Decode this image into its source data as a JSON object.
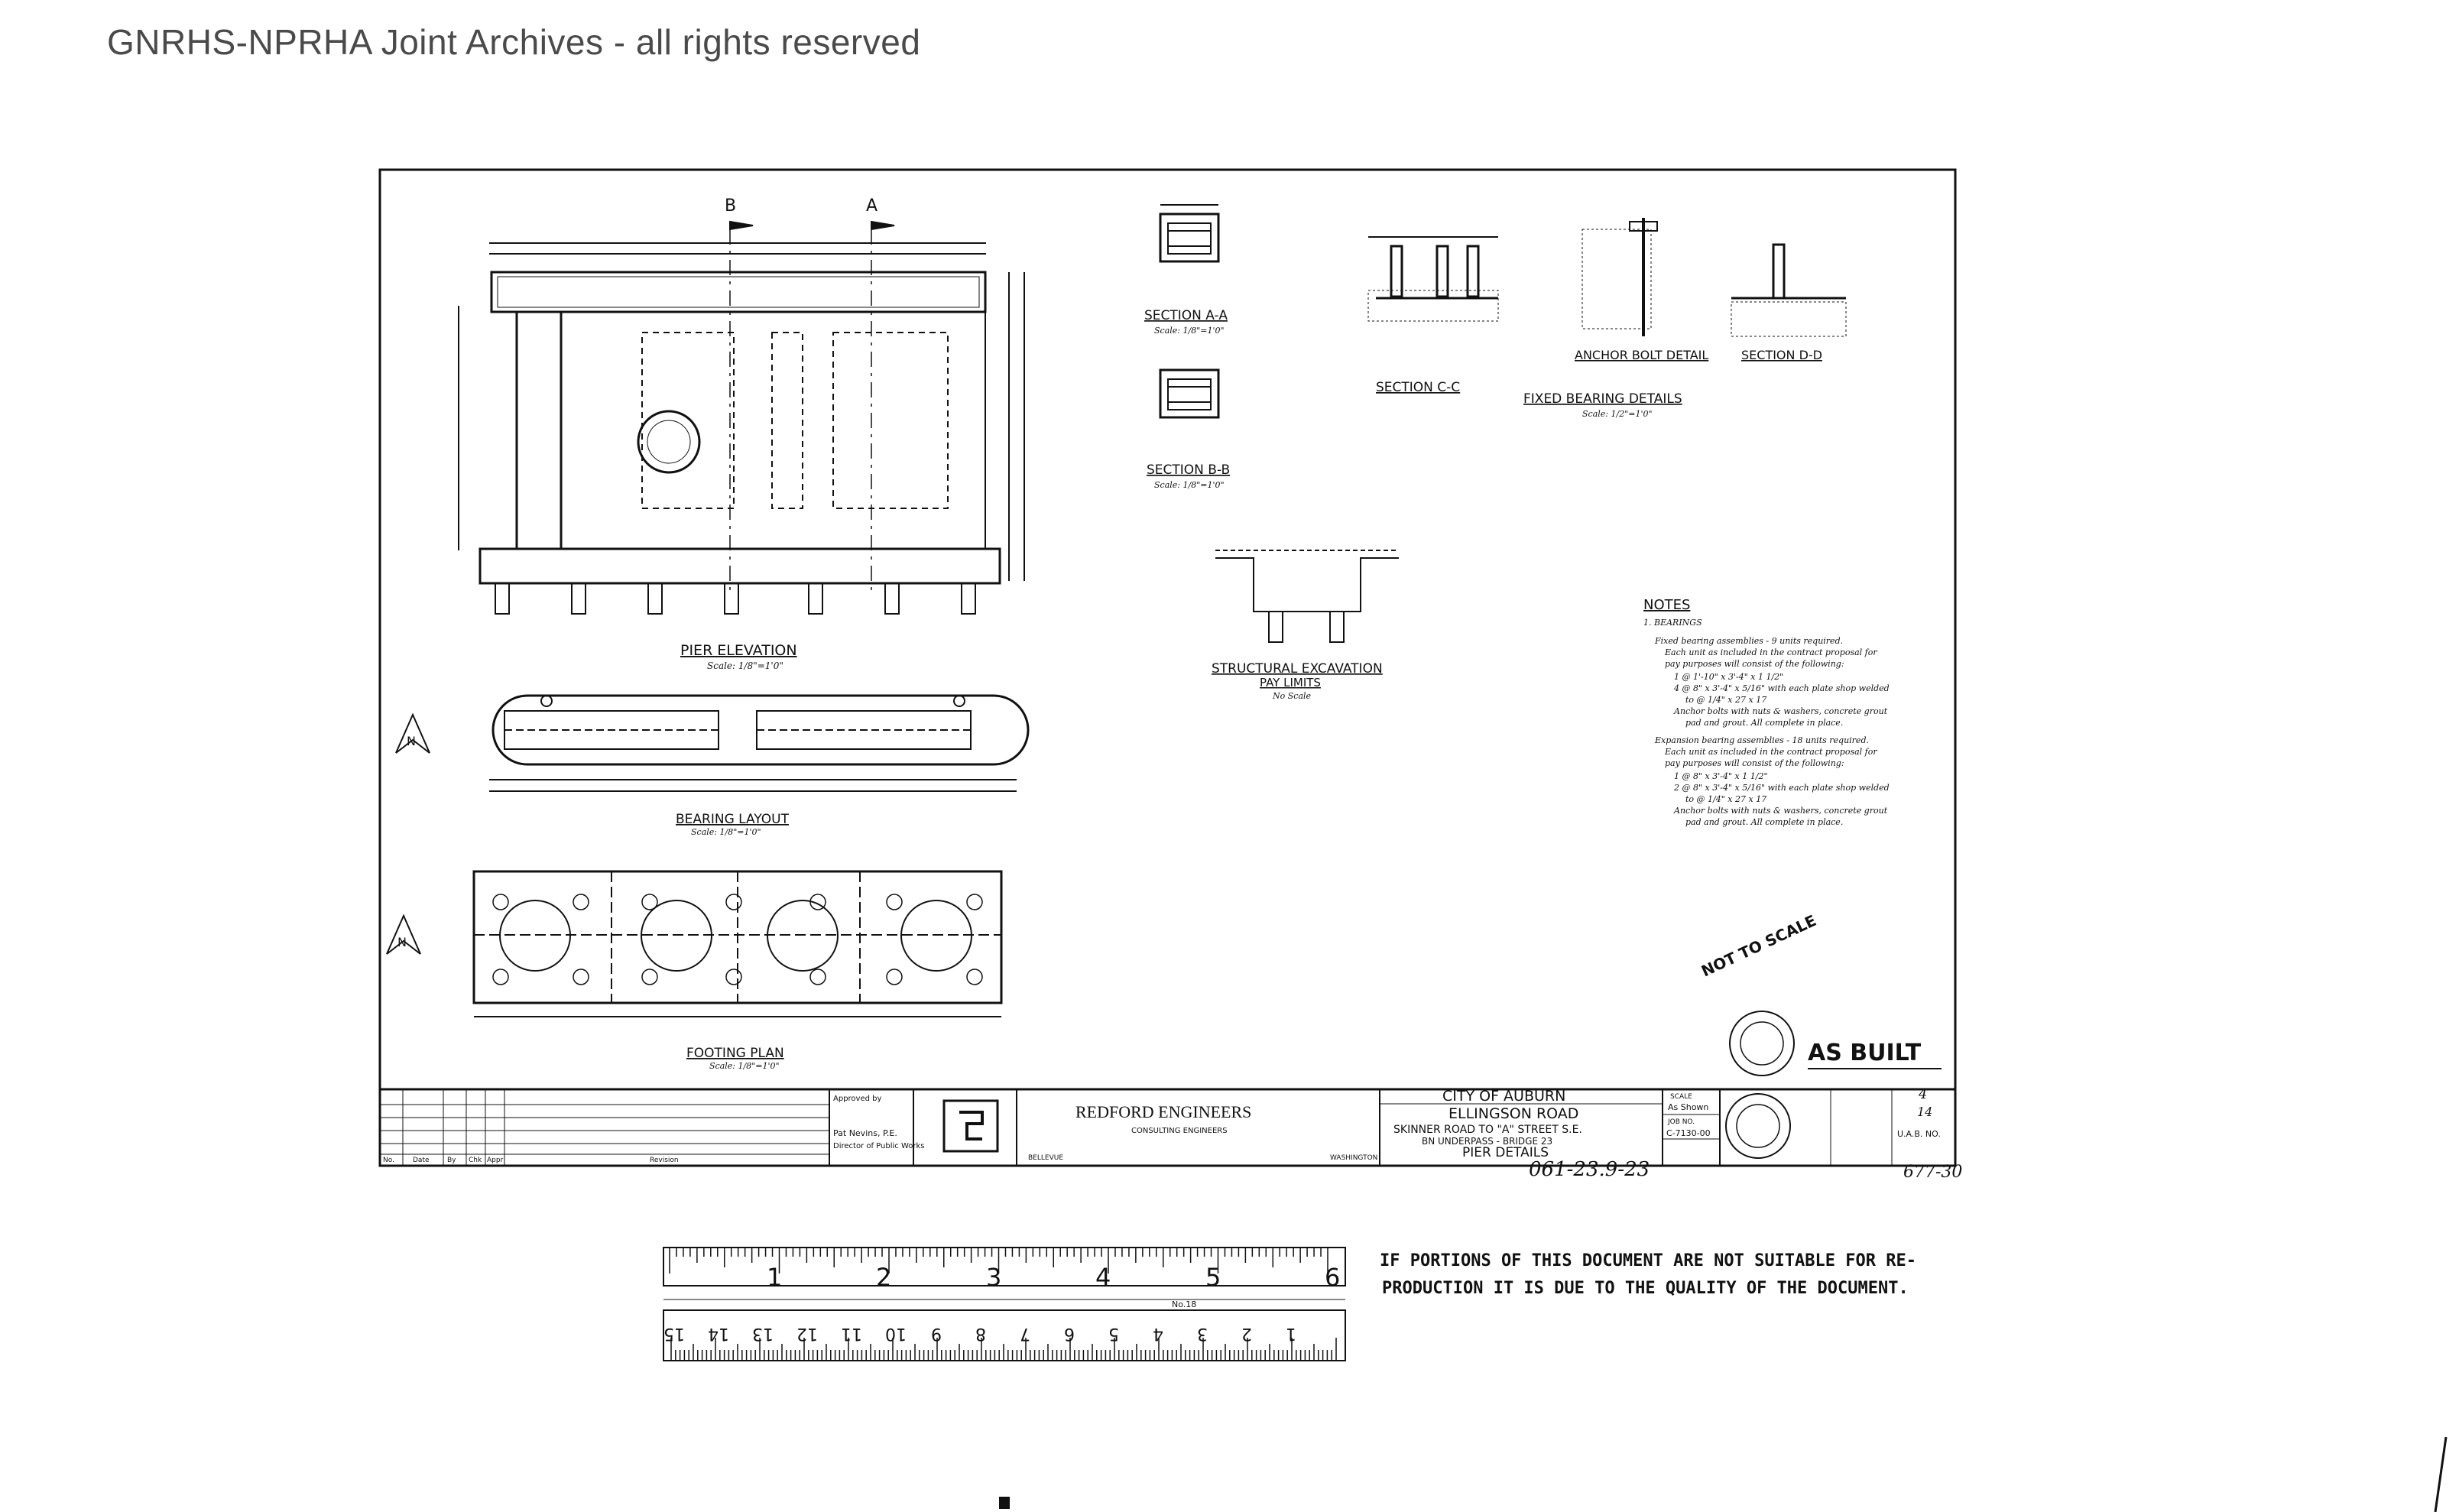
{
  "watermark": "GNRHS-NPRHA Joint Archives - all rights reserved",
  "views": {
    "pier_elevation": {
      "title": "PIER ELEVATION",
      "scale": "Scale: 1/8\"=1'0\""
    },
    "section_aa": {
      "title": "SECTION A-A",
      "scale": "Scale: 1/8\"=1'0\""
    },
    "section_bb": {
      "title": "SECTION B-B",
      "scale": "Scale: 1/8\"=1'0\""
    },
    "section_cc": {
      "title": "SECTION C-C"
    },
    "anchor_bolt": {
      "title": "ANCHOR BOLT DETAIL"
    },
    "section_dd": {
      "title": "SECTION D-D"
    },
    "fixed_bearing": {
      "title": "FIXED BEARING DETAILS",
      "scale": "Scale: 1/2\"=1'0\""
    },
    "excavation": {
      "title": "STRUCTURAL EXCAVATION",
      "subtitle": "PAY LIMITS",
      "scale": "No Scale"
    },
    "bearing_layout": {
      "title": "BEARING LAYOUT",
      "scale": "Scale: 1/8\"=1'0\""
    },
    "footing_plan": {
      "title": "FOOTING PLAN",
      "scale": "Scale: 1/8\"=1'0\""
    }
  },
  "notes": {
    "heading": "NOTES",
    "subheading": "1. BEARINGS",
    "lines": [
      "Fixed bearing assemblies - 9 units required.",
      "Each unit as included in the contract proposal for",
      "pay purposes will consist of the following:",
      "1 @ 1'-10\" x 3'-4\" x 1 1/2\"",
      "4 @ 8\" x 3'-4\" x 5/16\" with each plate shop welded",
      "to @ 1/4\" x 27 x 17",
      "Anchor bolts with nuts & washers, concrete grout",
      "pad and grout. All complete in place.",
      "Expansion bearing assemblies - 18 units required.",
      "Each unit as included in the contract proposal for",
      "pay purposes will consist of the following:",
      "1 @ 8\" x 3'-4\" x 1 1/2\"",
      "2 @ 8\" x 3'-4\" x 5/16\" with each plate shop welded",
      "to @ 1/4\" x 27 x 17",
      "Anchor bolts with nuts & washers, concrete grout",
      "pad and grout. All complete in place."
    ]
  },
  "stamps": {
    "not_to_scale": "NOT TO SCALE",
    "as_built": "AS BUILT"
  },
  "title_block": {
    "approved_by": "Approved by",
    "signer": "Pat Nevins, P.E.",
    "signer_title": "Director of Public Works",
    "firm": "REDFORD ENGINEERS",
    "firm_sub": "CONSULTING ENGINEERS",
    "firm_city_left": "BELLEVUE",
    "firm_city_right": "WASHINGTON",
    "city": "CITY OF AUBURN",
    "road": "ELLINGSON ROAD",
    "limits": "SKINNER ROAD TO \"A\" STREET S.E.",
    "bridge": "BN UNDERPASS - BRIDGE 23",
    "sheet_title": "PIER DETAILS",
    "scale_label": "SCALE",
    "scale_value": "As Shown",
    "job_no_label": "JOB NO.",
    "job_no": "C-7130-00",
    "sheet_no": "4",
    "sheet_of": "14",
    "uab_label": "U.A.B. NO.",
    "revision_cols": [
      "No.",
      "Date",
      "By",
      "Chk",
      "Appr",
      "Revision"
    ]
  },
  "handwritten": {
    "number_a": "061-23.9-23",
    "number_b": "677-30"
  },
  "ruler": {
    "inches": [
      "1",
      "2",
      "3",
      "4",
      "5",
      "6"
    ],
    "cm": [
      "15",
      "14",
      "13",
      "12",
      "11",
      "10",
      "9",
      "8",
      "7",
      "6",
      "5",
      "4",
      "3",
      "2",
      "1"
    ],
    "model": "No.18"
  },
  "disclaimer": {
    "line1": "IF PORTIONS OF THIS DOCUMENT ARE NOT SUITABLE FOR RE-",
    "line2": "PRODUCTION IT IS DUE TO THE QUALITY OF THE DOCUMENT."
  }
}
